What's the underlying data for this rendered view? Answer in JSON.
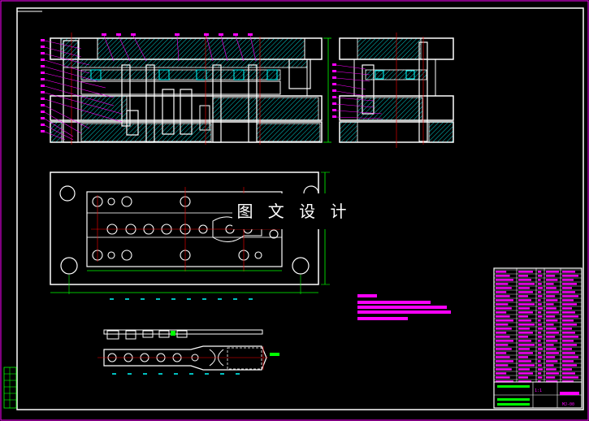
{
  "watermark": {
    "text": "图 文 设 计"
  },
  "colors": {
    "background": "#000000",
    "outline": "#ffffff",
    "border": "#ff00ff",
    "dimension": "#00ff00",
    "centerline": "#ff0000",
    "callout": "#ff00ff",
    "hatch": "#00ffff",
    "dashed": "#00ffff"
  },
  "title_block": {
    "scale_text": "1:1",
    "drawing_no": "MJ-00"
  }
}
